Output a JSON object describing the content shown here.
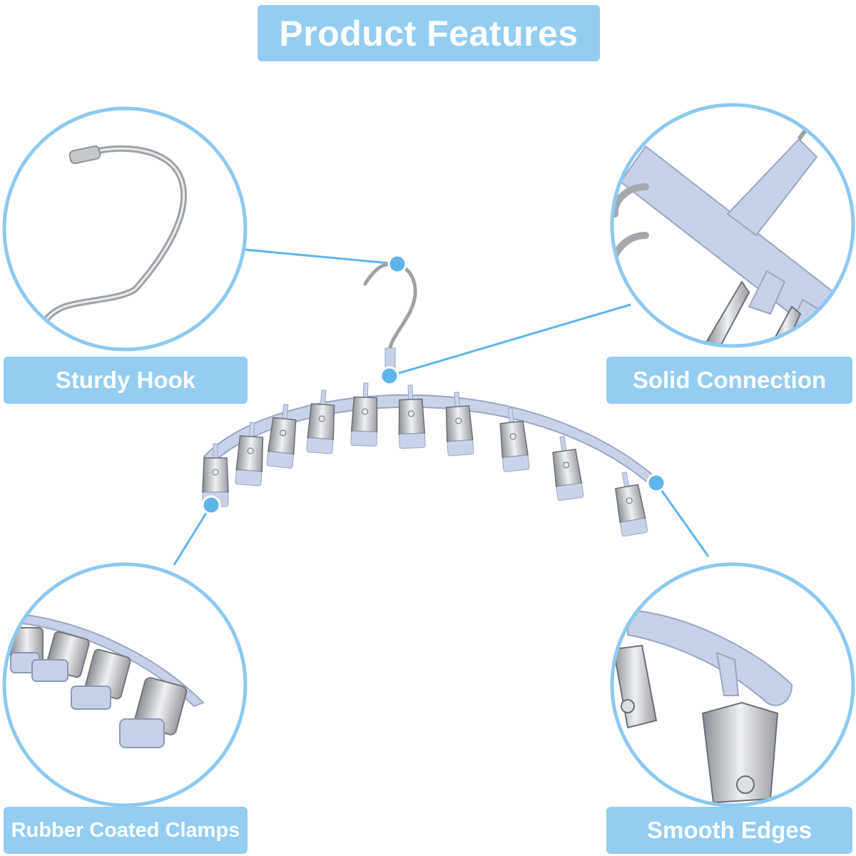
{
  "title": "Product Features",
  "features": {
    "hook": "Sturdy Hook",
    "connection": "Solid Connection",
    "clamps": "Rubber Coated Clamps",
    "edges": "Smooth Edges"
  },
  "colors": {
    "accent": "#93cdf2",
    "line": "#5fb4ec",
    "hanger": "#c9d3e8",
    "metal": "#b9bcc2"
  }
}
